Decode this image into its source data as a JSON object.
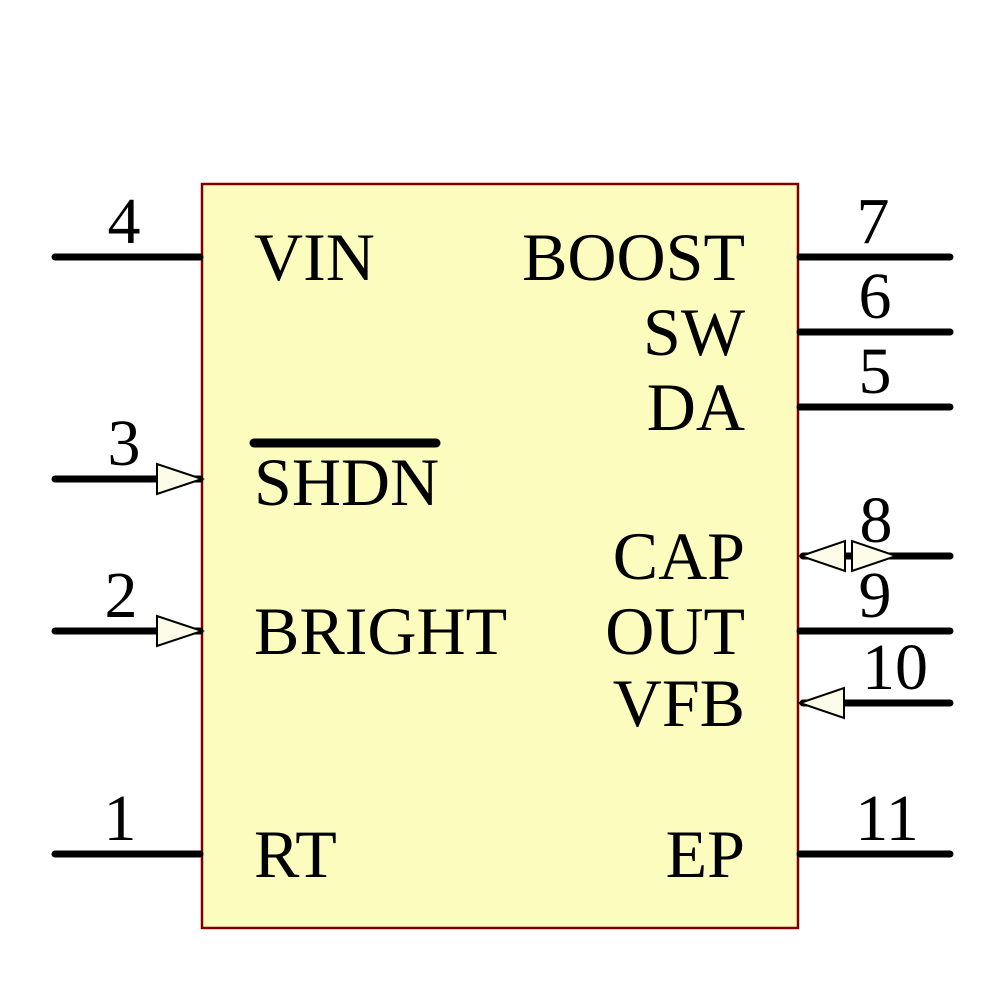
{
  "diagram": {
    "kind": "ic-schematic-symbol",
    "colors": {
      "background": "#FFFFFF",
      "body_fill": "#FCFCBE",
      "body_border": "#800000",
      "pin_line": "#000000",
      "arrow_fill": "#FCFCE8",
      "text": "#000000"
    },
    "pins": {
      "left": [
        {
          "number": "4",
          "label": "VIN",
          "style": "line"
        },
        {
          "number": "3",
          "label": "SHDN",
          "style": "input-arrow",
          "overline": "true"
        },
        {
          "number": "2",
          "label": "BRIGHT",
          "style": "input-arrow"
        },
        {
          "number": "1",
          "label": "RT",
          "style": "line"
        }
      ],
      "right": [
        {
          "number": "7",
          "label": "BOOST",
          "style": "line"
        },
        {
          "number": "6",
          "label": "SW",
          "style": "line"
        },
        {
          "number": "5",
          "label": "DA",
          "style": "line"
        },
        {
          "number": "8",
          "label": "CAP",
          "style": "bidirectional-arrow"
        },
        {
          "number": "9",
          "label": "OUT",
          "style": "line"
        },
        {
          "number": "10",
          "label": "VFB",
          "style": "input-arrow"
        },
        {
          "number": "11",
          "label": "EP",
          "style": "line"
        }
      ]
    }
  }
}
